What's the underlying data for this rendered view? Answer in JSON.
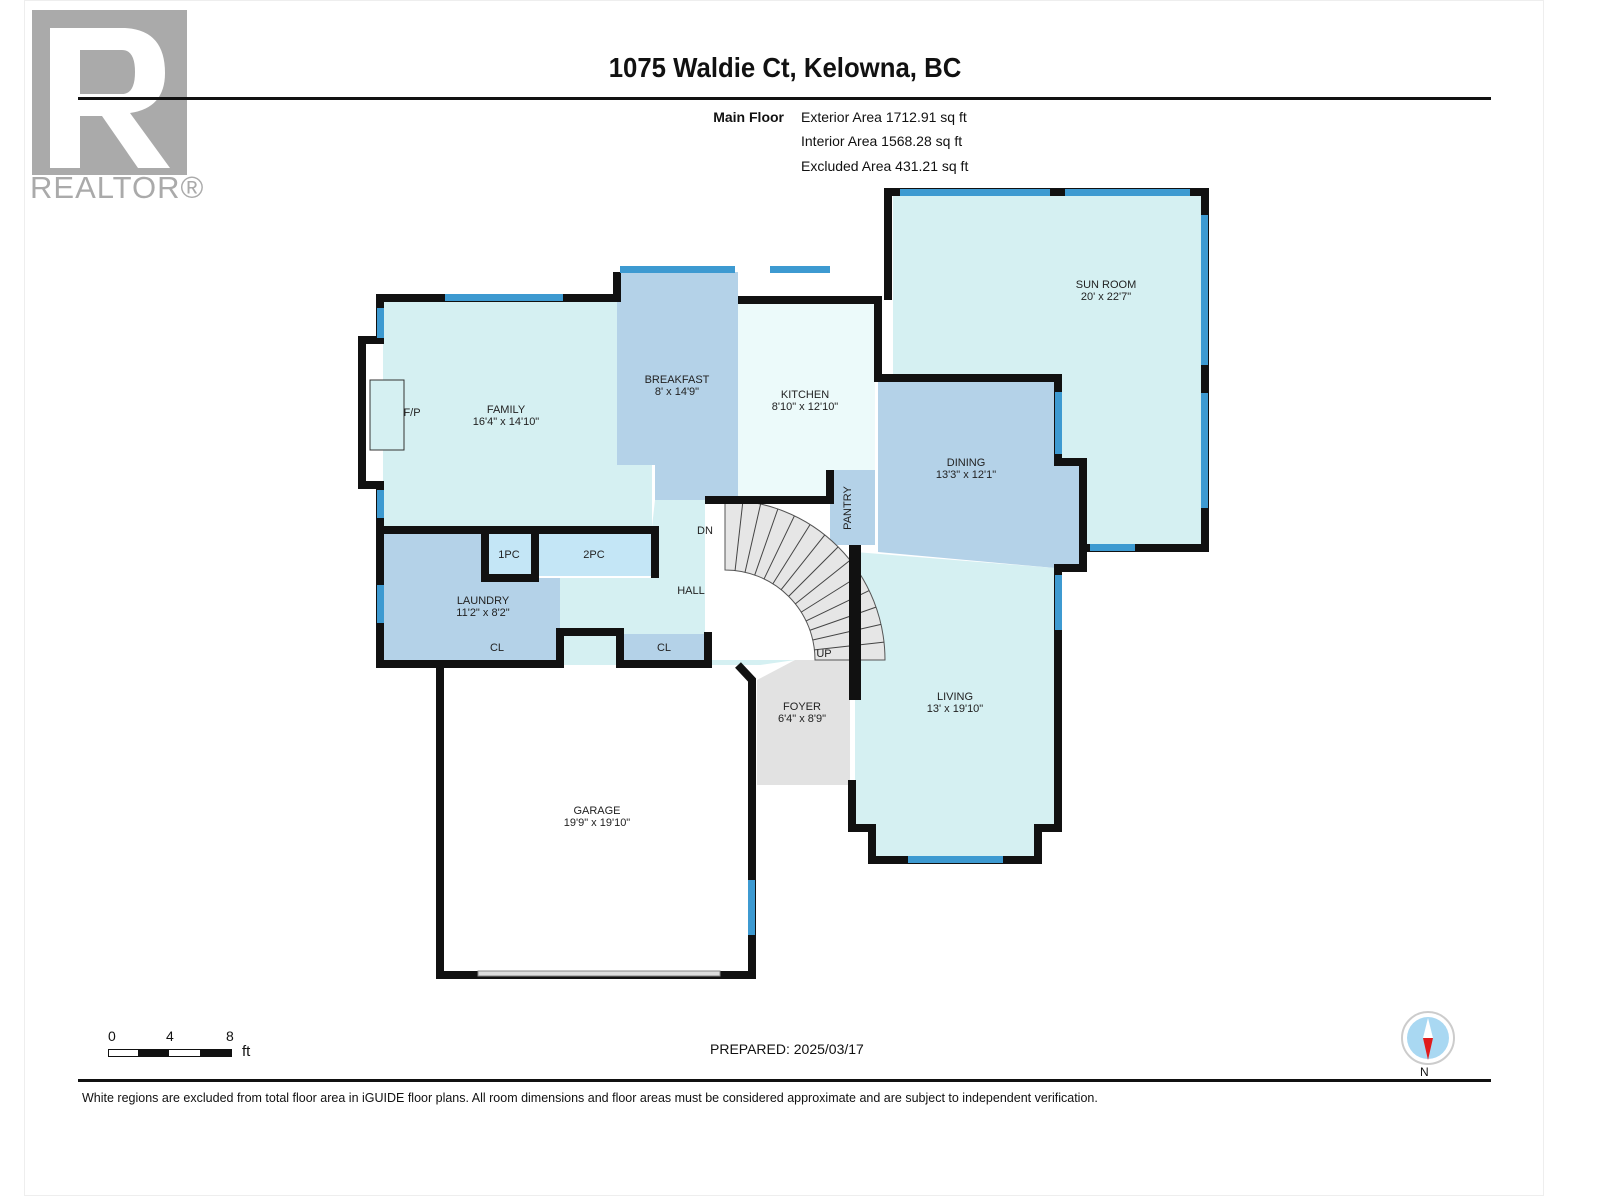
{
  "header": {
    "title": "1075 Waldie Ct, Kelowna, BC",
    "floor": "Main Floor",
    "exterior_area": "Exterior Area 1712.91 sq ft",
    "interior_area": "Interior Area 1568.28 sq ft",
    "excluded_area": "Excluded Area 431.21 sq ft"
  },
  "logo": {
    "text": "REALTOR®"
  },
  "rooms": {
    "family": {
      "name": "FAMILY",
      "dims": "16'4\" x 14'10\""
    },
    "fireplace": {
      "name": "F/P"
    },
    "breakfast": {
      "name": "BREAKFAST",
      "dims": "8' x 14'9\""
    },
    "kitchen": {
      "name": "KITCHEN",
      "dims": "8'10\" x 12'10\""
    },
    "sunroom": {
      "name": "SUN ROOM",
      "dims": "20' x 22'7\""
    },
    "dining": {
      "name": "DINING",
      "dims": "13'3\" x 12'1\""
    },
    "pantry": {
      "name": "PANTRY"
    },
    "hall": {
      "name": "HALL"
    },
    "laundry": {
      "name": "LAUNDRY",
      "dims": "11'2\" x 8'2\""
    },
    "bath1": {
      "name": "1PC"
    },
    "bath2": {
      "name": "2PC"
    },
    "closet1": {
      "name": "CL"
    },
    "closet2": {
      "name": "CL"
    },
    "foyer": {
      "name": "FOYER",
      "dims": "6'4\" x 8'9\""
    },
    "living": {
      "name": "LIVING",
      "dims": "13' x 19'10\""
    },
    "garage": {
      "name": "GARAGE",
      "dims": "19'9\" x 19'10\""
    },
    "stairs_down": "DN",
    "stairs_up": "UP"
  },
  "scale": {
    "ticks": [
      "0",
      "4",
      "8"
    ],
    "unit": "ft"
  },
  "compass": {
    "label": "N"
  },
  "footer": {
    "prepared": "PREPARED: 2025/03/17",
    "disclaimer": "White regions are excluded from total floor area in iGUIDE floor plans. All room dimensions and floor areas must be considered approximate and are subject to independent verification."
  },
  "colors": {
    "light": "#d5f0f2",
    "medium": "#b4d2e8",
    "window": "#3d9ad1",
    "wall": "#111111",
    "grey": "#e2e2e2"
  }
}
